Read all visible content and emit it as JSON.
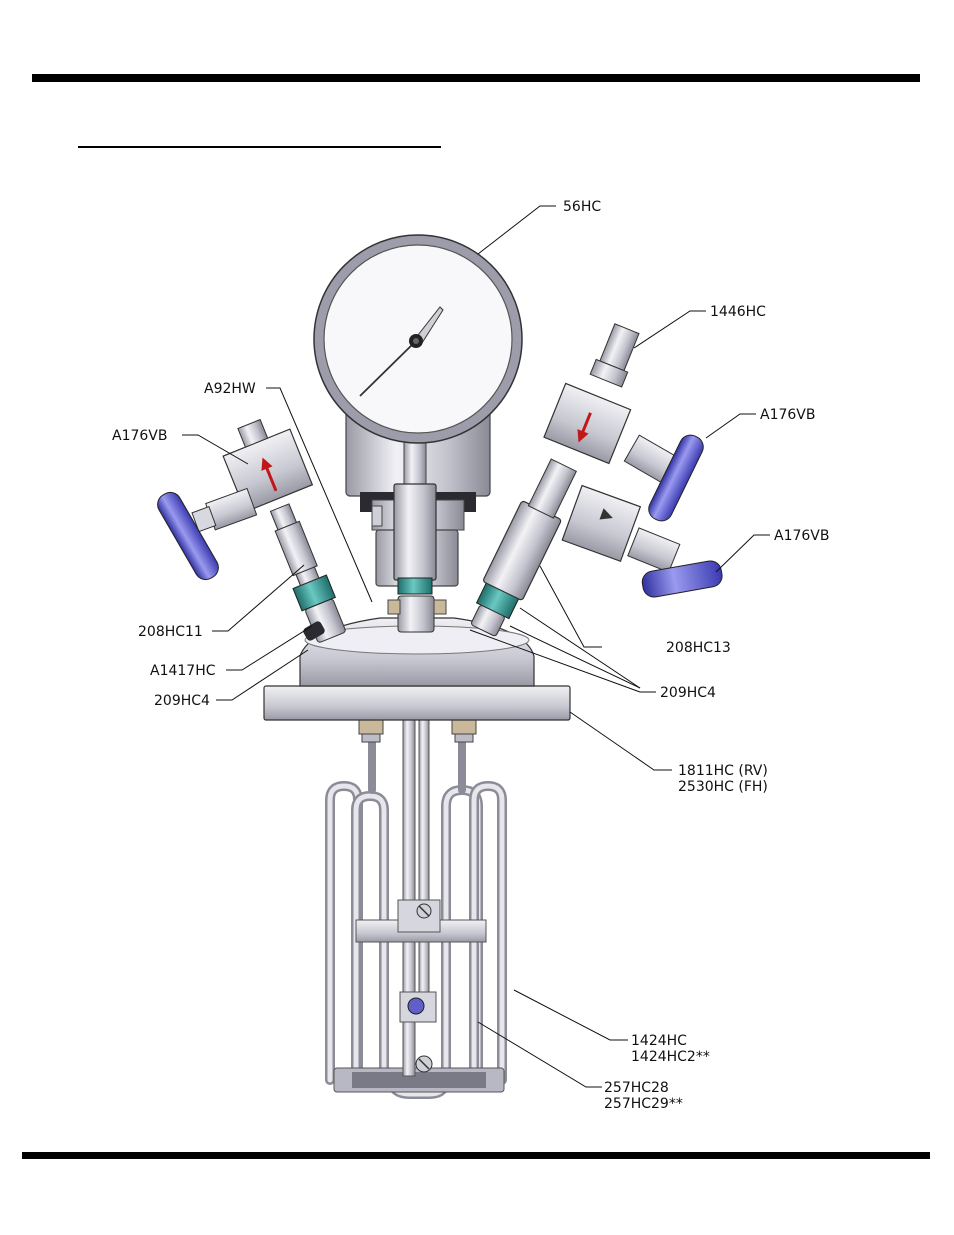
{
  "page": {
    "title_underline": true
  },
  "labels": {
    "gauge": "56HC",
    "adapter_top_right": "1446HC",
    "valve_right_upper": "A176VB",
    "valve_right_lower": "A176VB",
    "valve_left": "A176VB",
    "gland_left": "A92HW",
    "fitting_left": "208HC11",
    "fitting_right": "208HC13",
    "plug_left": "A1417HC",
    "nut_left": "209HC4",
    "nut_right": "209HC4",
    "head_line1": "1811HC (RV)",
    "head_line2": "2530HC (FH)",
    "coil_line1": "1424HC",
    "coil_line2": "1424HC2**",
    "tube_line1": "257HC28",
    "tube_line2": "257HC29**"
  },
  "colors": {
    "steel_light": "#e4e4ea",
    "steel_mid": "#c6c6d0",
    "steel_dark": "#8e8e9a",
    "handle_blue": "#5a5ad0",
    "nut_teal": "#3a9a96",
    "arrow_red": "#c01818"
  }
}
